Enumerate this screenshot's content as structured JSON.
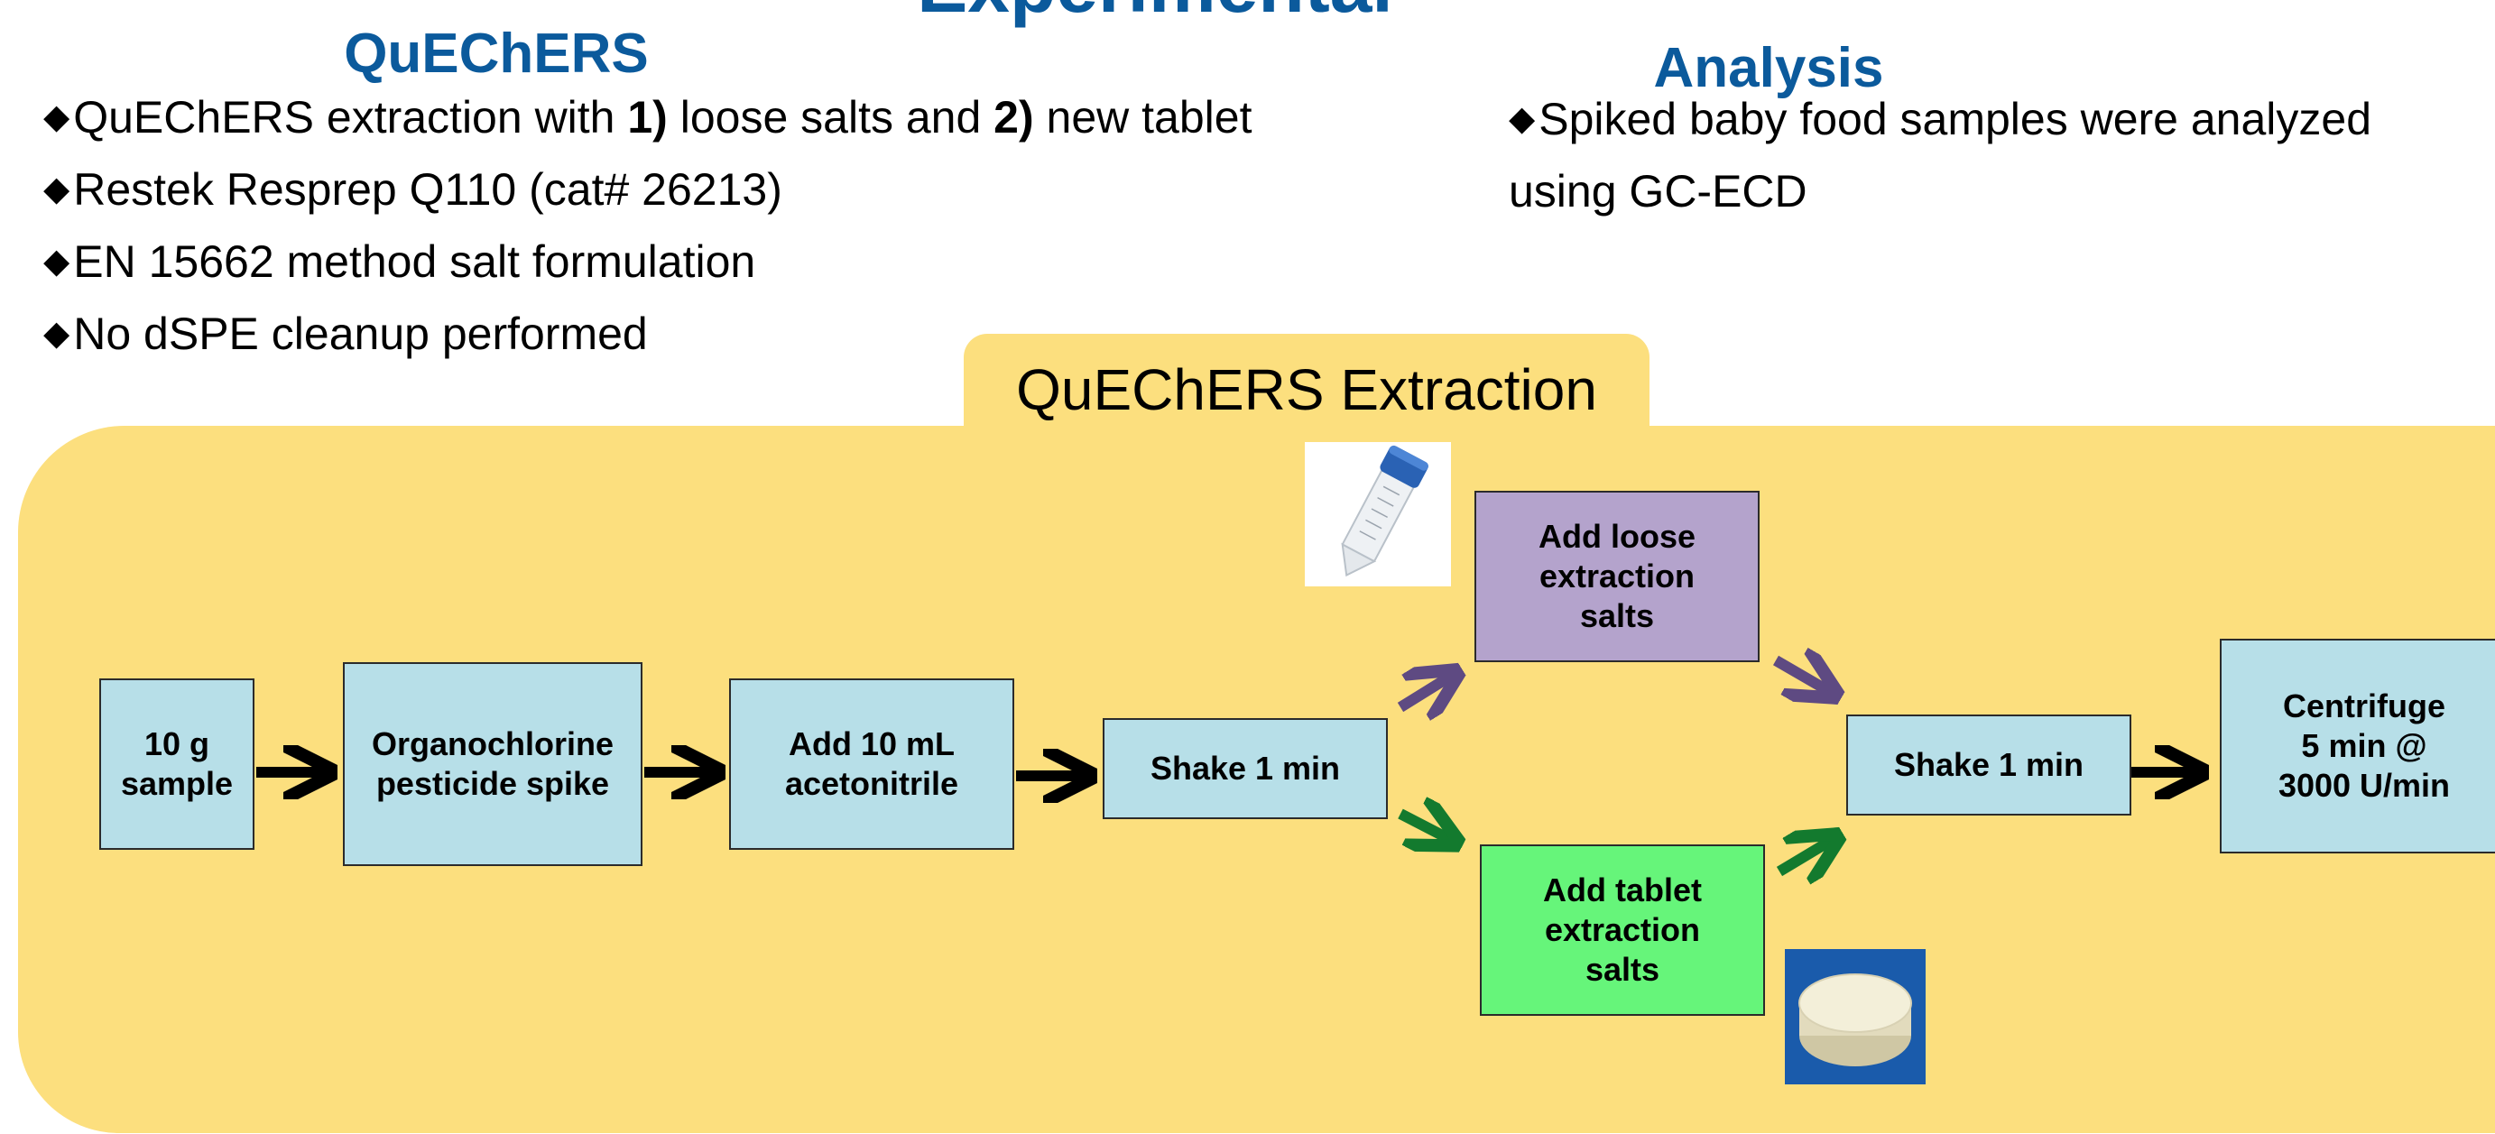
{
  "title": "Experimental",
  "left_section": {
    "heading": "QuEChERS",
    "bullets": [
      {
        "parts": [
          "QuEChERS extraction with ",
          "1)",
          " loose salts and ",
          "2)",
          " new tablet"
        ]
      },
      {
        "text": "Restek Resprep Q110 (cat# 26213)"
      },
      {
        "text": "EN 15662 method salt formulation"
      },
      {
        "text": "No dSPE cleanup performed"
      }
    ]
  },
  "right_section": {
    "heading": "Analysis",
    "bullet": "Spiked baby food samples were analyzed using GC-ECD"
  },
  "bullet_symbol": "◆",
  "extraction": {
    "title": "QuEChERS Extraction",
    "steps": {
      "sample": "10 g\nsample",
      "spike": "Organochlorine\npesticide spike",
      "acetonitrile": "Add 10 mL\nacetonitrile",
      "shake1": "Shake 1 min",
      "loose_salts": "Add loose\nextraction\nsalts",
      "tablet_salts": "Add tablet\nextraction\nsalts",
      "shake2": "Shake 1 min",
      "centrifuge": "Centrifuge\n5 min @\n3000 U/min"
    },
    "images": [
      "centrifuge-tube-photo",
      "extraction-tablet-photo"
    ]
  },
  "colors": {
    "heading": "#0b5a9c",
    "panel": "#fcdf7e",
    "step_blue": "#b7dfe8",
    "step_purple": "#b4a3cc",
    "step_green": "#66f57a",
    "arrow_black": "#000000",
    "arrow_purple": "#5e4a82",
    "arrow_green": "#137a2e"
  }
}
